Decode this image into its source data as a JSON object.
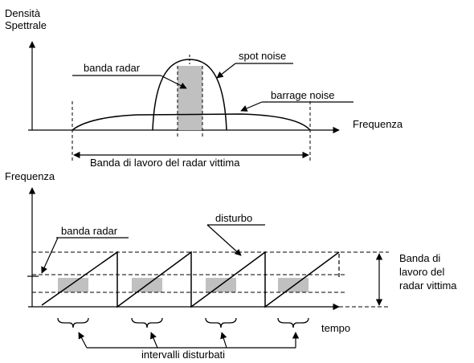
{
  "top": {
    "y_label_line1": "Densità",
    "y_label_line2": "Spettrale",
    "x_label": "Frequenza",
    "banda_radar": "banda radar",
    "spot_noise": "spot noise",
    "barrage_noise": "barrage noise",
    "banda_lavoro": "Banda di lavoro del radar vittima"
  },
  "bottom": {
    "y_label": "Frequenza",
    "x_label": "tempo",
    "banda_radar": "banda radar",
    "disturbo": "disturbo",
    "banda_vittima_line1": "Banda di",
    "banda_vittima_line2": "lavoro del",
    "banda_vittima_line3": "radar vittima",
    "intervalli": "intervalli disturbati"
  },
  "colors": {
    "ink": "#000000",
    "fill": "#c0c0c0"
  }
}
